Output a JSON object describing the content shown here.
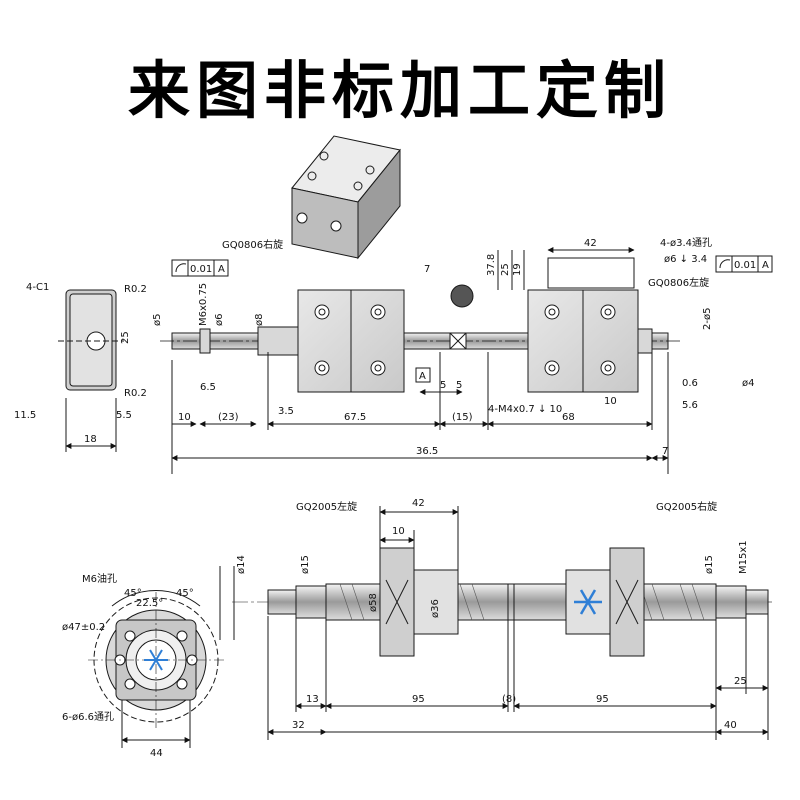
{
  "headline": "来图非标加工定制",
  "top_drawing": {
    "callouts": {
      "chamfer": "4-C1",
      "radius_top": "R0.2",
      "radius_bottom": "R0.2",
      "thread_left": "GQ0806右旋",
      "thread_right": "GQ0806左旋",
      "holes_through": "4-ø3.4通孔",
      "counterbore": "ø6 ↓ 3.4",
      "tapped": "4-M4x0.7 ↓ 10",
      "datum": "A",
      "tol_left": "0.01",
      "tol_right": "0.01",
      "tol_datum_left": "A",
      "tol_datum_right": "A"
    },
    "dims": {
      "end_width": "25",
      "end_bottom": "5.5",
      "end_left": "11.5",
      "end_total": "18",
      "d5_left": "ø5",
      "m6": "M6x0.75",
      "d6": "ø6",
      "d8": "ø8",
      "d6_5": "6.5",
      "d10": "10",
      "d23": "(23)",
      "d3_5": "3.5",
      "d67_5": "67.5",
      "d15": "(15)",
      "d68": "68",
      "d36_5": "36.5",
      "d7": "7",
      "d5a": "5",
      "d5b": "5",
      "top7": "7",
      "d37_8": "37.8",
      "d25": "25",
      "d19": "19",
      "d42": "42",
      "d10_02": "10",
      "d2_5": "2-ø5",
      "d0_6": "0.6",
      "d4_0_1": "ø4",
      "d5_6": "5.6"
    }
  },
  "bottom_drawing": {
    "callouts": {
      "thread_left": "GQ2005左旋",
      "thread_right": "GQ2005右旋",
      "oil_hole": "M6油孔",
      "holes": "6-ø6.6通孔",
      "d47": "ø47±0.2"
    },
    "dims": {
      "d42": "42",
      "d10": "10",
      "d14": "ø14",
      "d15a": "ø15",
      "d15b": "ø15",
      "m15": "M15x1",
      "d58": "ø58",
      "d36": "ø36",
      "a45a": "45°",
      "a45b": "45°",
      "a22_5": "22.5°",
      "d13": "13",
      "d95a": "95",
      "d8": "(8)",
      "d95b": "95",
      "d25": "25",
      "d32": "32",
      "d40": "40",
      "d44": "44"
    }
  },
  "colors": {
    "line": "#1a1a1a",
    "part_light": "#e6e6e6",
    "part_mid": "#bdbdbd",
    "part_dark": "#6d6d6d",
    "accent": "#2f7fd6"
  }
}
